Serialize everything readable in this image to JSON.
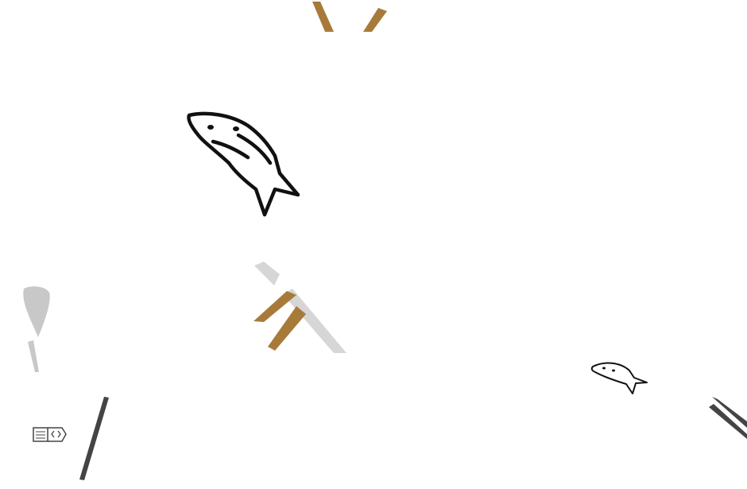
{
  "colors": {
    "background": "#ffffff",
    "brown": "#a87a3a",
    "black": "#111111",
    "light_gray": "#d6d6d6",
    "mid_gray": "#c8c8c8",
    "dark_gray": "#444444"
  },
  "shapes": [
    {
      "name": "brown-v-shape-icon",
      "color": "brown"
    },
    {
      "name": "fish-outline-large-icon",
      "color": "black"
    },
    {
      "name": "gray-diagonal-bar-icon",
      "color": "light_gray"
    },
    {
      "name": "brown-double-slash-icon",
      "color": "brown"
    },
    {
      "name": "gray-teardrop-icon",
      "color": "mid_gray"
    },
    {
      "name": "keyboard-badge-icon",
      "color": "dark_gray"
    },
    {
      "name": "dark-slash-icon",
      "color": "dark_gray"
    },
    {
      "name": "fish-outline-small-icon",
      "color": "black"
    },
    {
      "name": "dark-double-slash-corner-icon",
      "color": "dark_gray"
    }
  ]
}
